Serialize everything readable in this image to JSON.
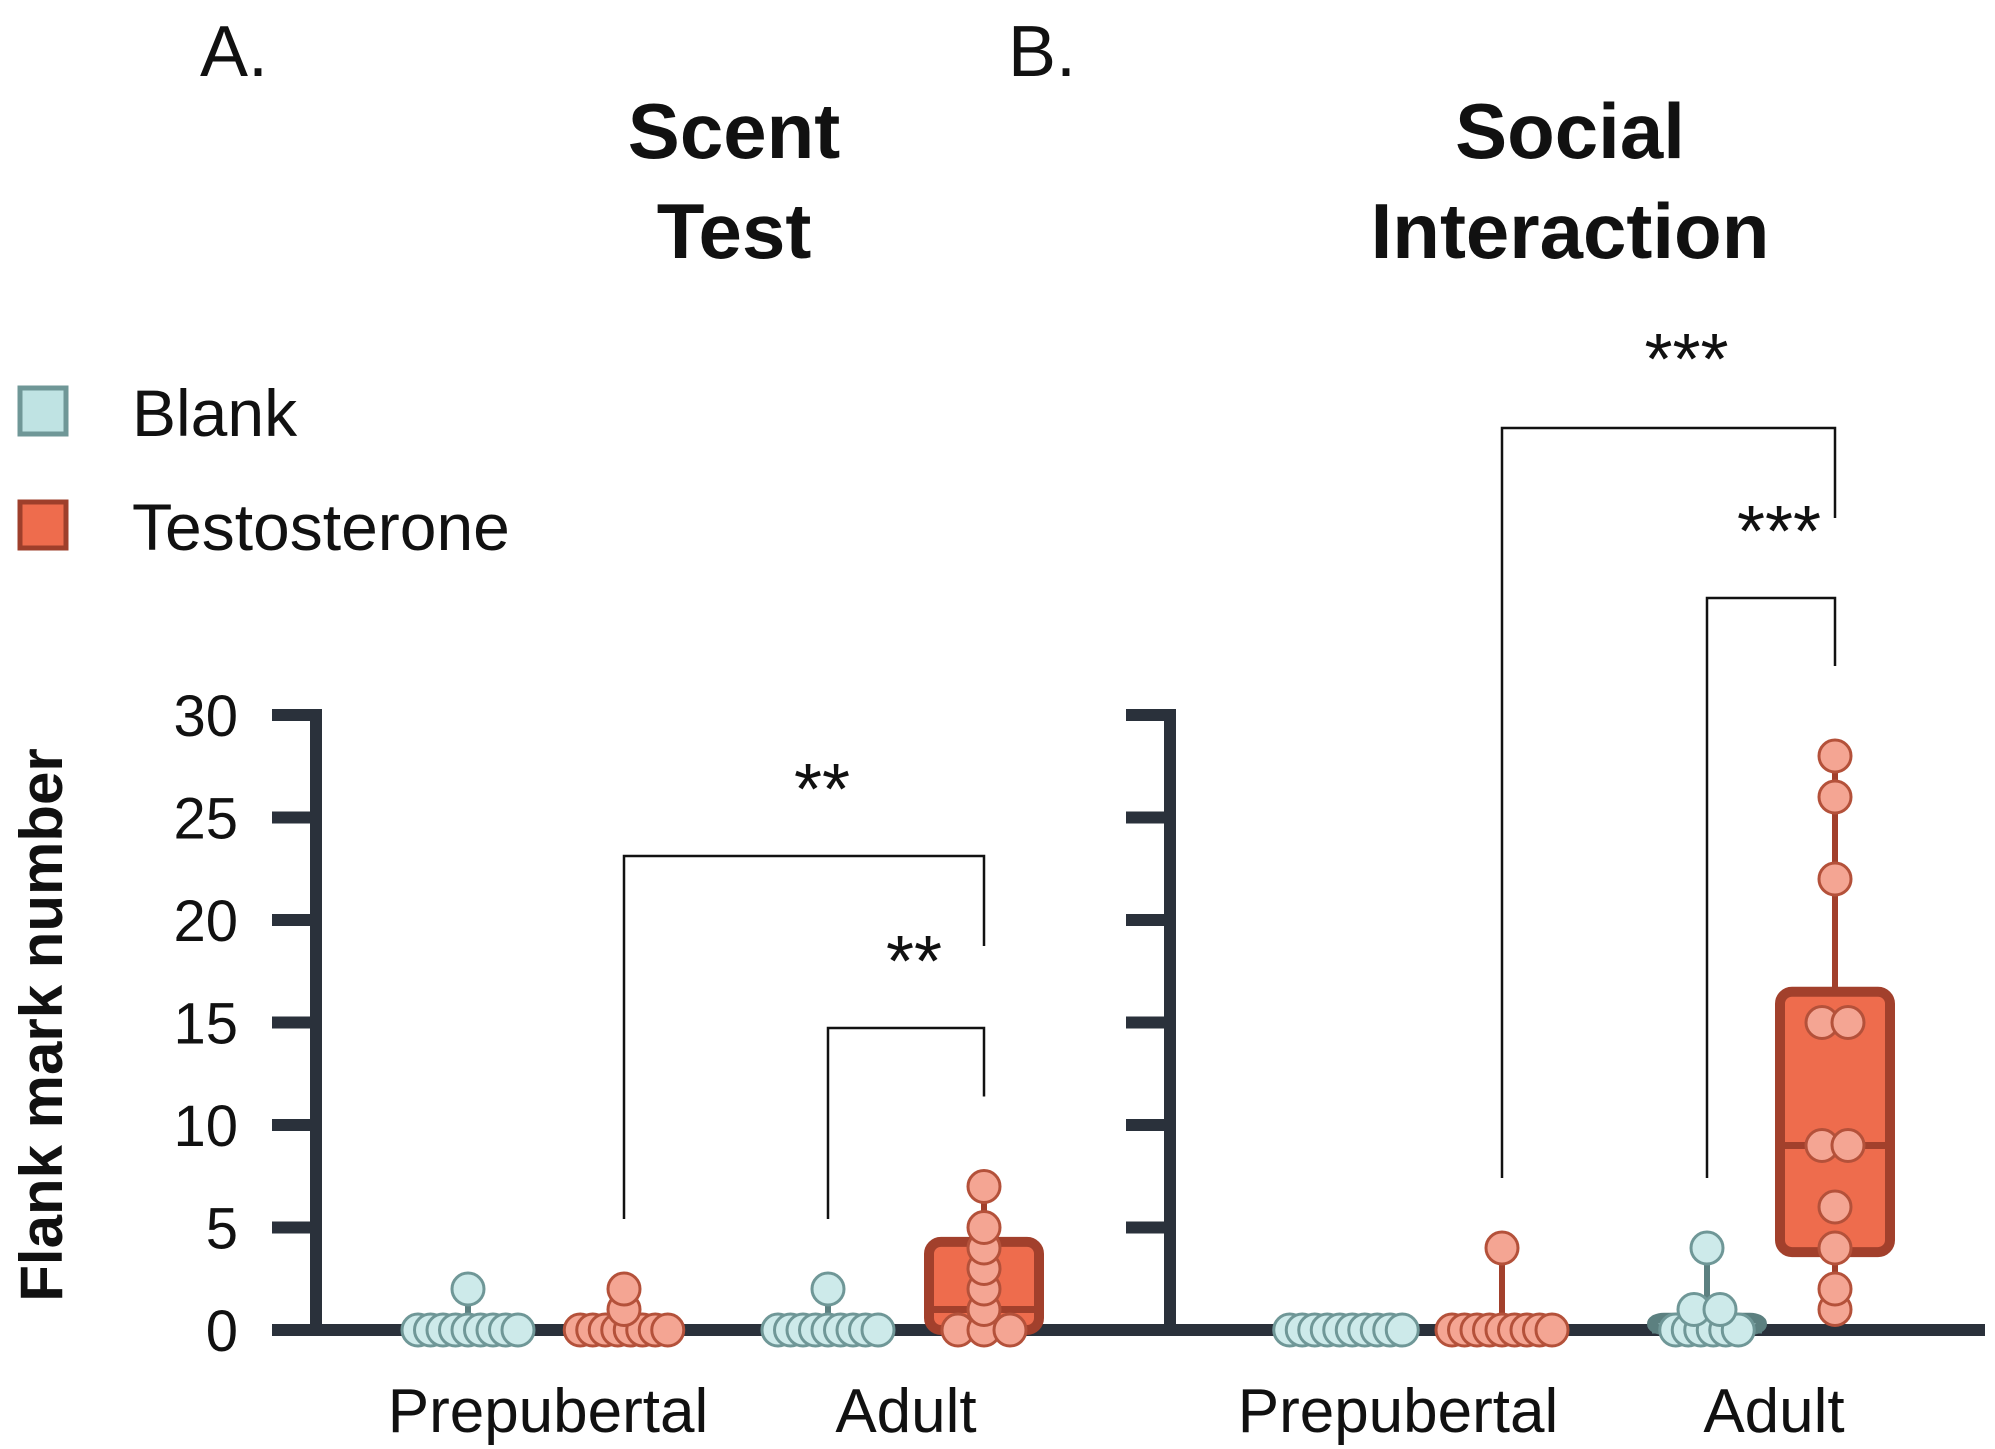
{
  "chart_data": {
    "type": "box",
    "ylabel": "Flank mark number",
    "ylim": [
      0,
      30
    ],
    "yticks": [
      "0",
      "5",
      "10",
      "15",
      "20",
      "25",
      "30"
    ],
    "ytick_values": [
      0,
      5,
      10,
      15,
      20,
      25,
      30
    ],
    "legend": {
      "placement": "top-left",
      "entries": [
        {
          "name": "Blank",
          "fill": "#bfe3e3",
          "stroke": "#6f9797"
        },
        {
          "name": "Testosterone",
          "fill": "#ee6c4d",
          "stroke": "#9e3f2b"
        }
      ]
    },
    "colors": {
      "blank_point_fill": "#cdeaea",
      "blank_point_stroke": "#6f9797",
      "testo_point_fill": "#f4a593",
      "testo_point_stroke": "#b4513a",
      "testo_box_fill": "#ee6c4d",
      "testo_box_stroke": "#a2402c",
      "blank_box_stroke": "#5c8080",
      "axis": "#2a313b"
    },
    "panels": [
      {
        "letter": "A.",
        "title_lines": [
          "Scent",
          "Test"
        ],
        "groups": [
          {
            "category": "Prepubertal",
            "series": "Blank",
            "values": [
              0,
              0,
              0,
              0,
              0,
              0,
              0,
              0,
              0,
              2
            ],
            "box": {
              "min": 0,
              "q1": 0,
              "median": 0,
              "q3": 0,
              "max": 2
            }
          },
          {
            "category": "Prepubertal",
            "series": "Testosterone",
            "values": [
              0,
              0,
              0,
              0,
              0,
              0,
              0,
              0,
              1,
              2
            ],
            "box": {
              "min": 0,
              "q1": 0,
              "median": 0,
              "q3": 0,
              "max": 2
            }
          },
          {
            "category": "Adult",
            "series": "Blank",
            "values": [
              0,
              0,
              0,
              0,
              0,
              0,
              0,
              0,
              0,
              2
            ],
            "box": {
              "min": 0,
              "q1": 0,
              "median": 0,
              "q3": 0,
              "max": 2
            }
          },
          {
            "category": "Adult",
            "series": "Testosterone",
            "values": [
              0,
              0,
              0,
              1,
              2,
              3,
              4,
              5,
              7
            ],
            "box": {
              "min": 0,
              "q1": 0,
              "median": 1,
              "q3": 4.3,
              "max": 7
            }
          }
        ],
        "categories": [
          "Prepubertal",
          "Adult"
        ],
        "significance": [
          {
            "label": "**",
            "from_group": 1,
            "to_group": 3
          },
          {
            "label": "**",
            "from_group": 2,
            "to_group": 3
          }
        ]
      },
      {
        "letter": "B.",
        "title_lines": [
          "Social",
          "Interaction"
        ],
        "groups": [
          {
            "category": "Prepubertal",
            "series": "Blank",
            "values": [
              0,
              0,
              0,
              0,
              0,
              0,
              0,
              0,
              0,
              0
            ],
            "box": {
              "min": 0,
              "q1": 0,
              "median": 0,
              "q3": 0,
              "max": 0
            }
          },
          {
            "category": "Prepubertal",
            "series": "Testosterone",
            "values": [
              0,
              0,
              0,
              0,
              0,
              0,
              0,
              0,
              0,
              4
            ],
            "box": {
              "min": 0,
              "q1": 0,
              "median": 0,
              "q3": 0,
              "max": 4
            }
          },
          {
            "category": "Adult",
            "series": "Blank",
            "values": [
              0,
              0,
              0,
              0,
              0,
              0,
              1,
              1,
              4
            ],
            "box": {
              "min": 0,
              "q1": 0,
              "median": 0,
              "q3": 0.6,
              "max": 4
            }
          },
          {
            "category": "Adult",
            "series": "Testosterone",
            "values": [
              1,
              2,
              4,
              6,
              9,
              9,
              15,
              15,
              22,
              26,
              28
            ],
            "box": {
              "min": 1,
              "q1": 3.8,
              "median": 9,
              "q3": 16.5,
              "max": 28
            }
          }
        ],
        "categories": [
          "Prepubertal",
          "Adult"
        ],
        "significance": [
          {
            "label": "***",
            "from_group": 1,
            "to_group": 3
          },
          {
            "label": "***",
            "from_group": 2,
            "to_group": 3
          }
        ]
      }
    ]
  }
}
